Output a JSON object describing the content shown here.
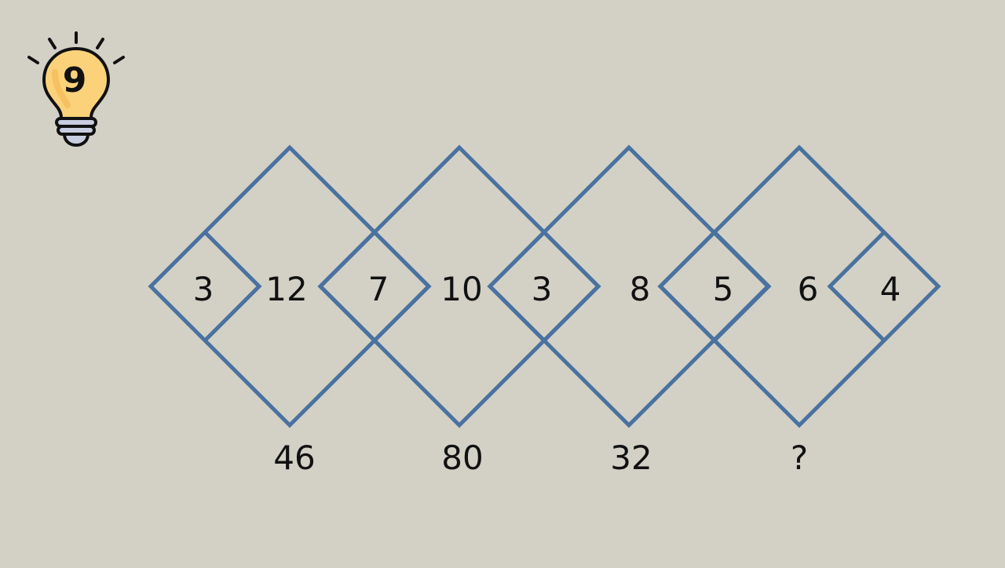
{
  "badge": {
    "number": "9"
  },
  "colors": {
    "background": "#d3d1c6",
    "diamond_stroke": "#4a72a0",
    "bulb_fill": "#fbd27a",
    "bulb_base": "#c9cde0"
  },
  "puzzle": {
    "groups": [
      {
        "left": "3",
        "center": "12",
        "right": "7",
        "result": "46"
      },
      {
        "left": "7",
        "center": "10",
        "right": "3",
        "result": "80"
      },
      {
        "left": "3",
        "center": "8",
        "right": "5",
        "result": "32"
      },
      {
        "left": "5",
        "center": "6",
        "right": "4",
        "result": "?"
      }
    ]
  }
}
